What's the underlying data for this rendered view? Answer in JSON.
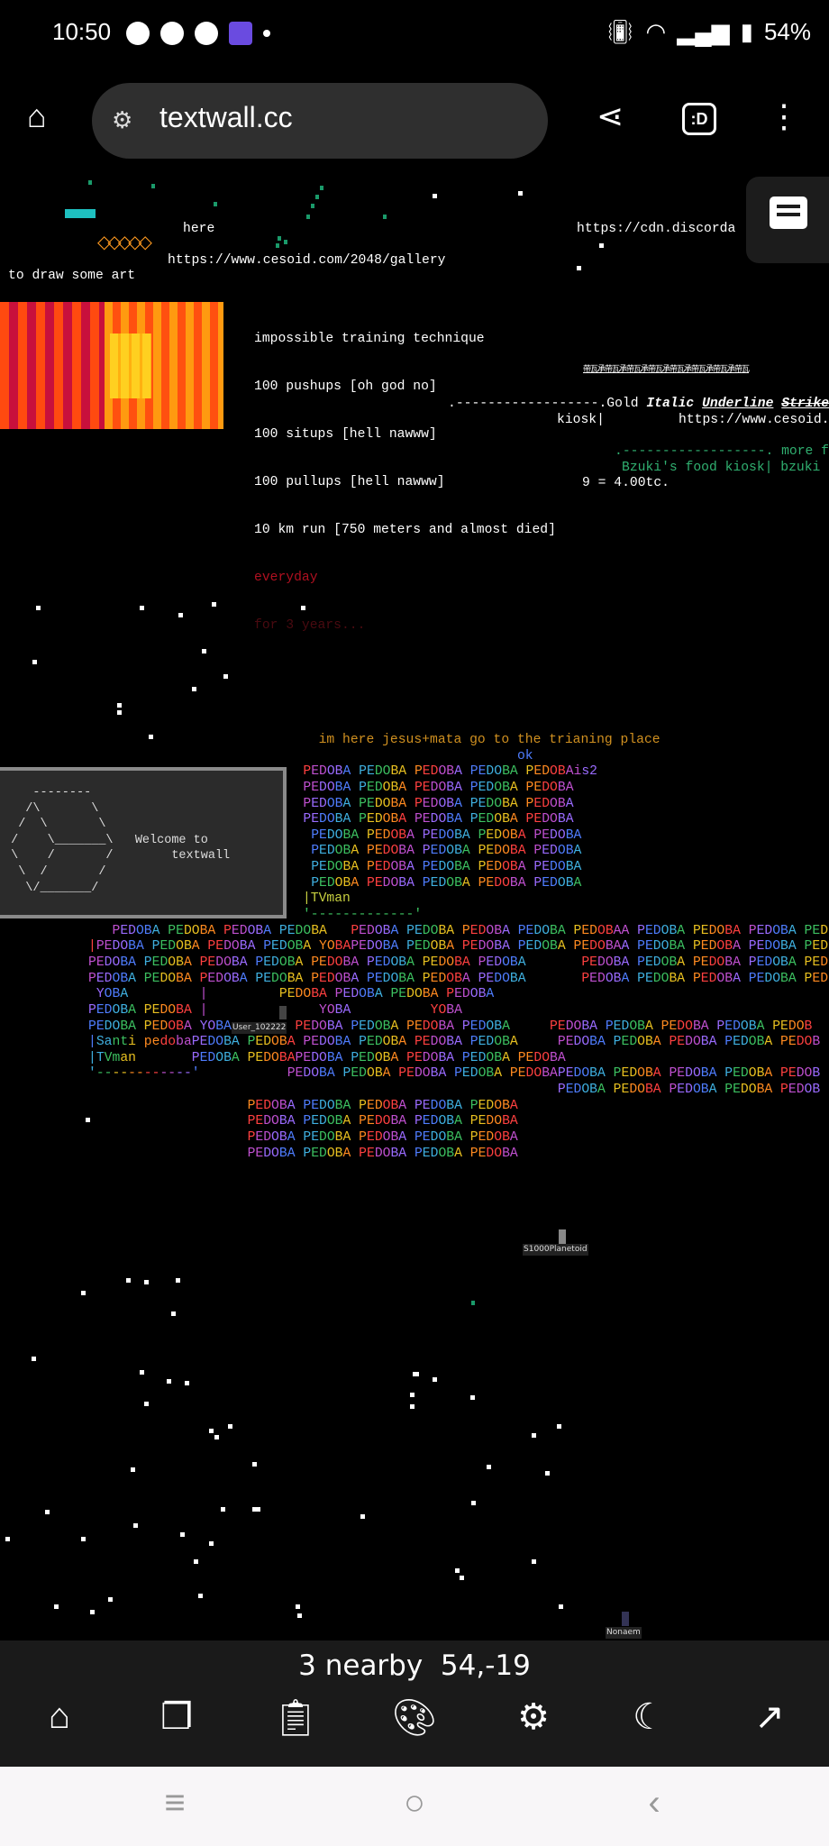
{
  "status_bar": {
    "time": "10:50",
    "battery": "54%"
  },
  "browser": {
    "url": "textwall.cc"
  },
  "wall": {
    "here": "here",
    "gallery_link": "https://www.cesoid.com/2048/gallery",
    "draw_art": "to draw some art",
    "discord_link": "https://cdn.discorda",
    "training": [
      "impossible training technique",
      "100 pushups [oh god no]",
      "100 situps [hell nawww]",
      "100 pullups [hell nawww]",
      "10 km run [750 meters and almost died]"
    ],
    "everyday": "everyday",
    "for_years": "for 3 years...",
    "glitch": "帶瓦承帶瓦承帶瓦承帶瓦承帶瓦承帶瓦承帶瓦承帶瓦",
    "gold_prefix": ".------------------.Gold ",
    "italic": "Italic",
    "underline": "Underline",
    "strike": "Strike",
    "kiosk": "kiosk|",
    "cesoid_link": "https://www.cesoid.",
    "more_line": ".------------------. more f",
    "bzuki": "Bzuki's food kiosk| bzuki",
    "price": "9 = 4.00tc.",
    "welcome_art": "    --------\n   /\\       \\\n  /  \\       \\\n /    \\_______\\   Welcome to\n \\    /       /        textwall\n  \\  /       /\n   \\/_______/",
    "grid_rows": [
      "                             im here jesus+mata go to the trianing place",
      "                                                      ok",
      "                           PEDOBA PEDOBA PEDOBA PEDOBA PEDOBAis2",
      "                           PEDOBA PEDOBA PEDOBA PEDOBA PEDOBA",
      "                           PEDOBA PEDOBA PEDOBA PEDOBA PEDOBA",
      "                           PEDOBA PEDOBA PEDOBA PEDOBA PEDOBA",
      "                            PEDOBA PEDOBA PEDOBA PEDOBA PEDOBA",
      "                            PEDOBA PEDOBA PEDOBA PEDOBA PEDOBA",
      "                            PEDOBA PEDOBA PEDOBA PEDOBA PEDOBA",
      "                            PEDOBA PEDOBA PEDOBA PEDOBA PEDOBA",
      "                           |TVman",
      "                           '-------------'",
      "   PEDOBA PEDOBA PEDOBA PEDOBA   PEDOBA PEDOBA PEDOBA PEDOBA PEDOBAA PEDOBA PEDOBA PEDOBA PED",
      "|PEDOBA PEDOBA PEDOBA PEDOBA YOBAPEDOBA PEDOBA PEDOBA PEDOBA PEDOBAA PEDOBA PEDOBA PEDOBA PED",
      "PEDOBA PEDOBA PEDOBA PEDOBA PEDOBA PEDOBA PEDOBA PEDOBA       PEDOBA PEDOBA PEDOBA PEDOBA PED",
      "PEDOBA PEDOBA PEDOBA PEDOBA PEDOBA PEDOBA PEDOBA PEDOBA       PEDOBA PEDOBA PEDOBA PEDOBA PED",
      " YOBA         |         PEDOBA PEDOBA PEDOBA PEDOBA",
      "PEDOBA PEDOBA |              YOBA          YOBA",
      "PEDOBA PEDOBA YOBA        PEDOBA PEDOBA PEDOBA PEDOBA     PEDOBA PEDOBA PEDOBA PEDOBA PEDOB",
      "|Santi pedobaPEDOBA PEDOBA PEDOBA PEDOBA PEDOBA PEDOBA     PEDOBA PEDOBA PEDOBA PEDOBA PEDOB",
      "|TVman       PEDOBA PEDOBAPEDOBA PEDOBA PEDOBA PEDOBA PEDOBA",
      "'------------'           PEDOBA PEDOBA PEDOBA PEDOBA PEDOBAPEDOBA PEDOBA PEDOBA PEDOBA PEDOB",
      "                                                           PEDOBA PEDOBA PEDOBA PEDOBA PEDOB",
      "                    PEDOBA PEDOBA PEDOBA PEDOBA PEDOBA",
      "                    PEDOBA PEDOBA PEDOBA PEDOBA PEDOBA",
      "                    PEDOBA PEDOBA PEDOBA PEDOBA PEDOBA",
      "                    PEDOBA PEDOBA PEDOBA PEDOBA PEDOBA"
    ],
    "rainbow_colors": [
      "#9a6bff",
      "#4f7dff",
      "#3fb0e0",
      "#3cc060",
      "#e8c020",
      "#ff8a20",
      "#ff4040",
      "#c050d0"
    ],
    "users": {
      "user1": "User_102222",
      "user2": "S1000Planetoid",
      "user3": "Nonaem"
    }
  },
  "bottom_bar": {
    "nearby": "3 nearby",
    "coords": "54,-19"
  }
}
